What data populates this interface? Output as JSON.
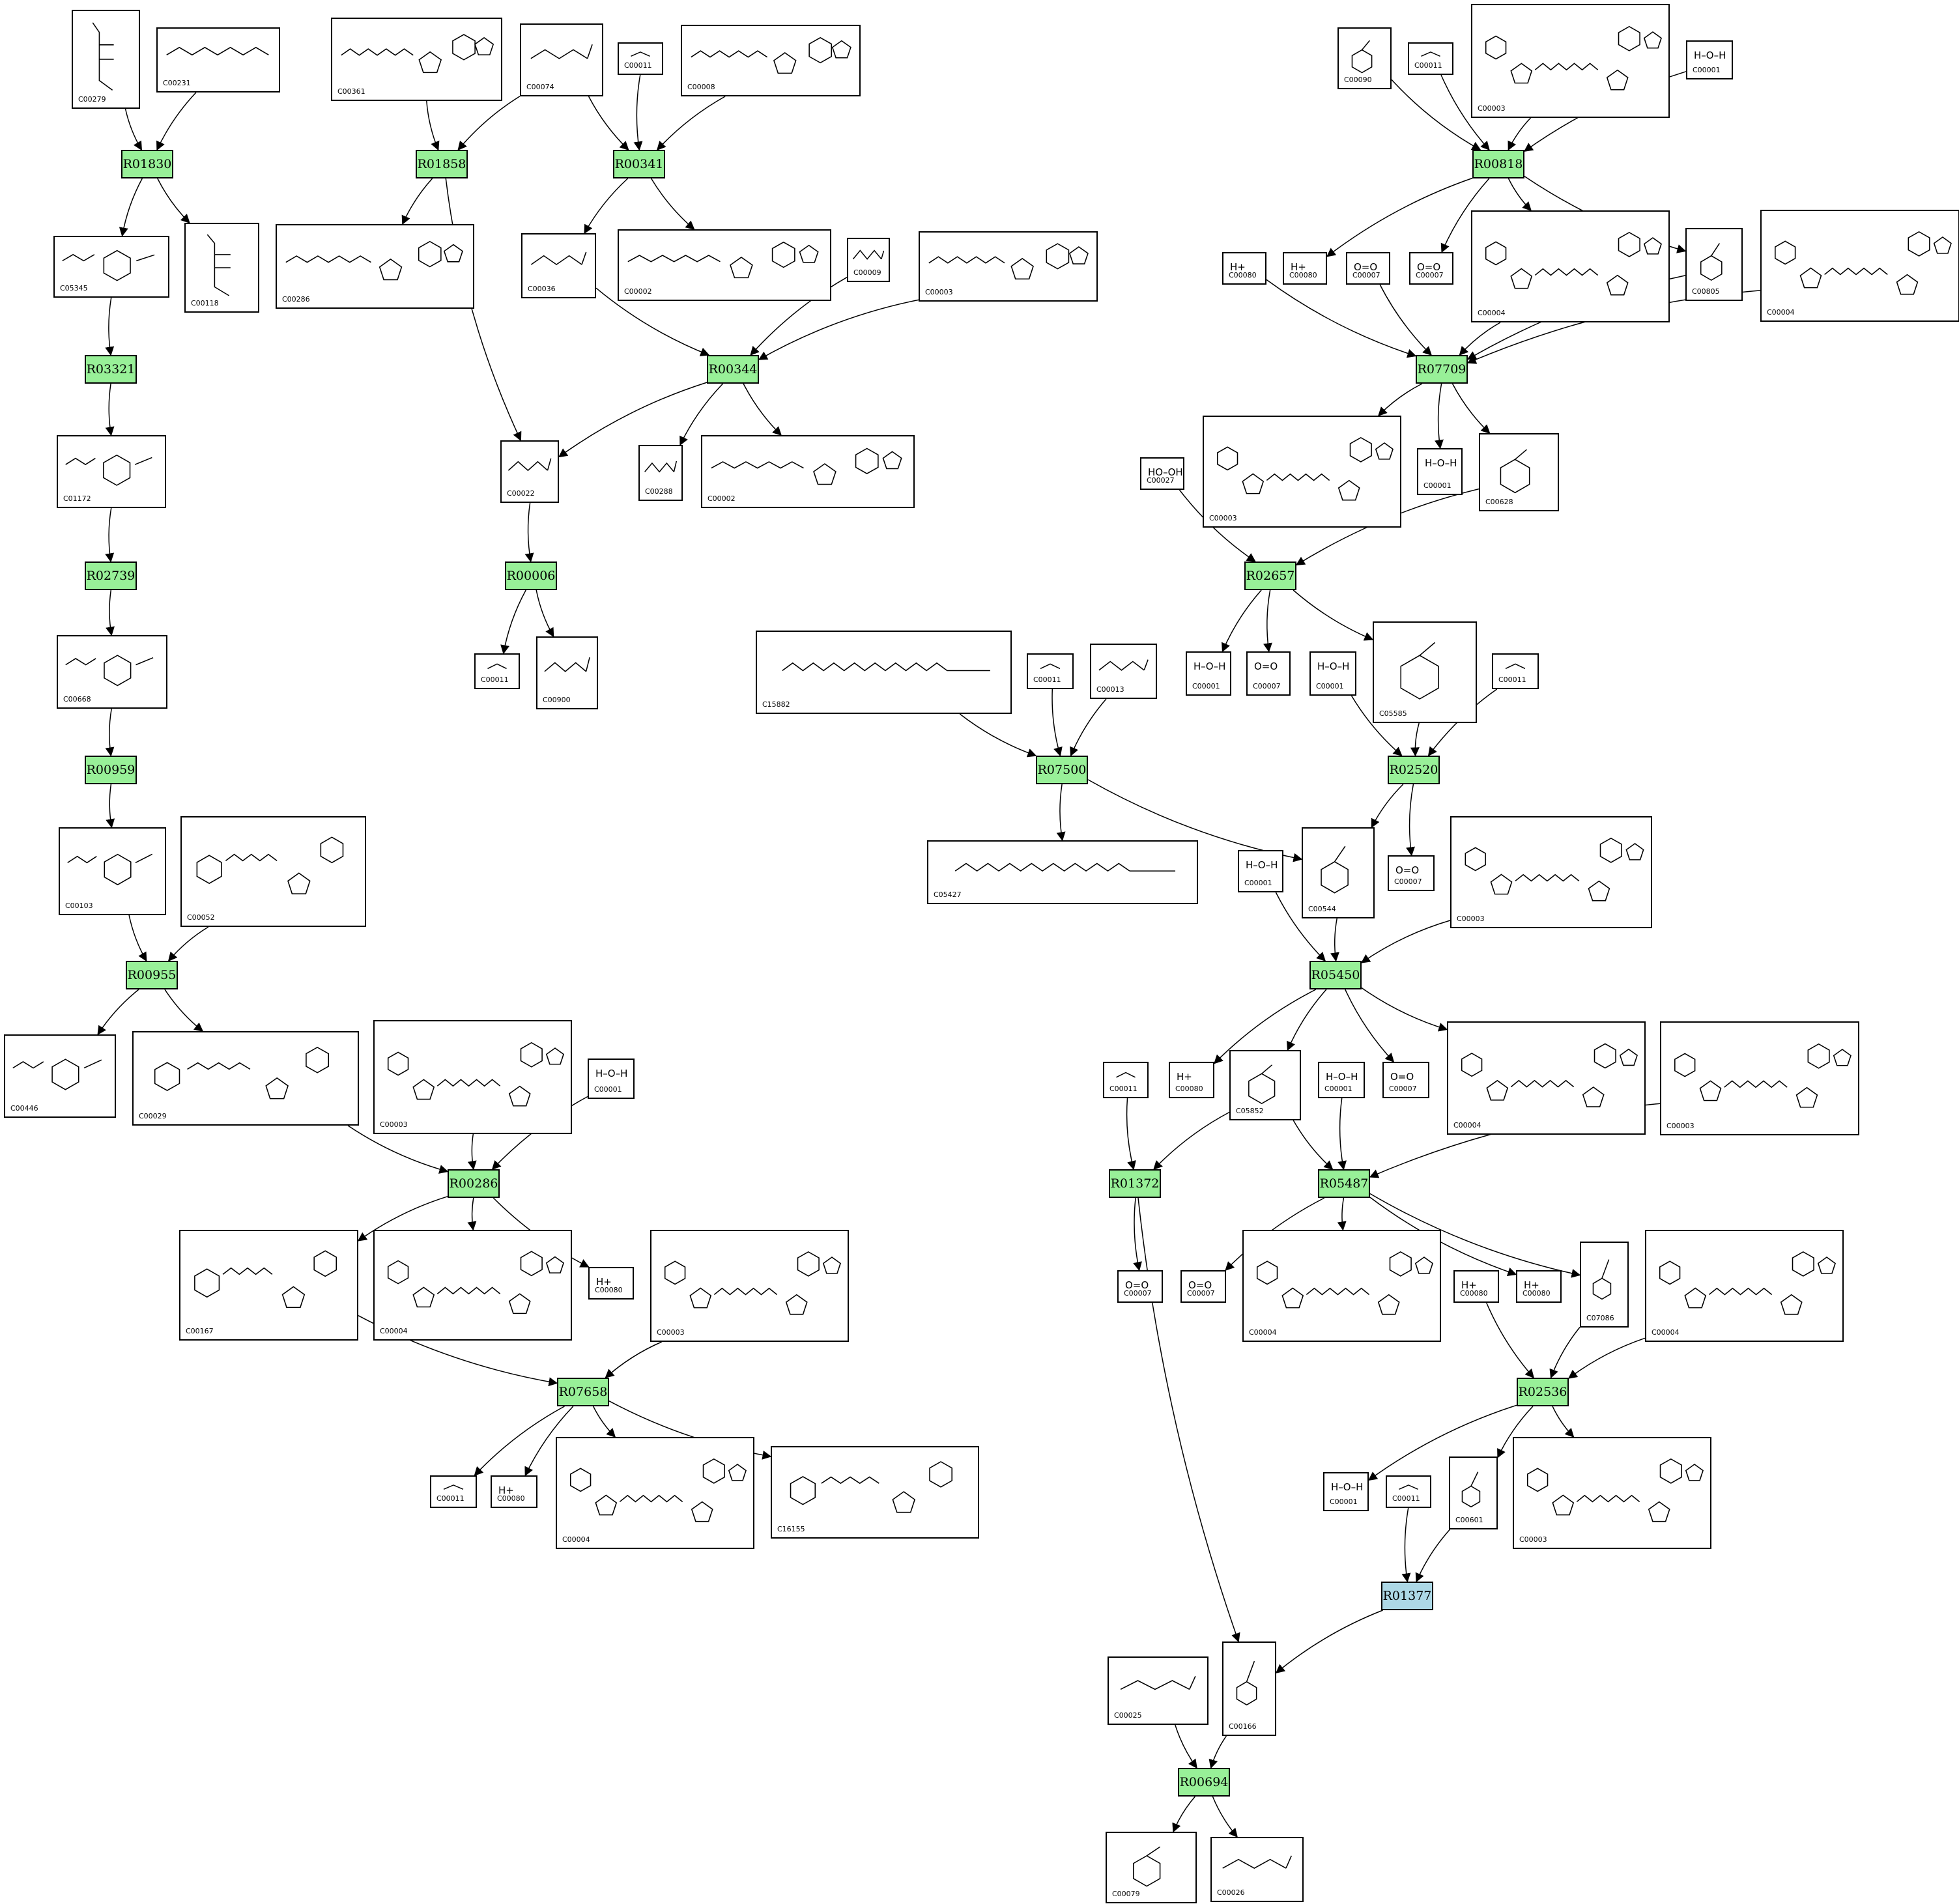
{
  "colors": {
    "reaction_fill": "#98f098",
    "reaction_alt_fill": "#add8e6",
    "stroke": "#000000",
    "background": "#ffffff"
  },
  "reactions": [
    {
      "id": "R01830",
      "style": "normal"
    },
    {
      "id": "R01858",
      "style": "normal"
    },
    {
      "id": "R00341",
      "style": "normal"
    },
    {
      "id": "R00818",
      "style": "normal"
    },
    {
      "id": "R03321",
      "style": "normal"
    },
    {
      "id": "R00344",
      "style": "normal"
    },
    {
      "id": "R07709",
      "style": "normal"
    },
    {
      "id": "R02739",
      "style": "normal"
    },
    {
      "id": "R00006",
      "style": "normal"
    },
    {
      "id": "R02657",
      "style": "normal"
    },
    {
      "id": "R00959",
      "style": "normal"
    },
    {
      "id": "R07500",
      "style": "normal"
    },
    {
      "id": "R02520",
      "style": "normal"
    },
    {
      "id": "R00955",
      "style": "normal"
    },
    {
      "id": "R05450",
      "style": "normal"
    },
    {
      "id": "R00286",
      "style": "normal"
    },
    {
      "id": "R01372",
      "style": "normal"
    },
    {
      "id": "R05487",
      "style": "normal"
    },
    {
      "id": "R07658",
      "style": "normal"
    },
    {
      "id": "R02536",
      "style": "normal"
    },
    {
      "id": "R01377",
      "style": "alt"
    },
    {
      "id": "R00694",
      "style": "normal"
    }
  ],
  "compounds": [
    {
      "key": "c279",
      "label": "C00279"
    },
    {
      "key": "c231",
      "label": "C00231"
    },
    {
      "key": "c361",
      "label": "C00361"
    },
    {
      "key": "c74",
      "label": "C00074"
    },
    {
      "key": "c11a",
      "label": "C00011"
    },
    {
      "key": "c8a",
      "label": "C00008"
    },
    {
      "key": "c90",
      "label": "C00090"
    },
    {
      "key": "c11b",
      "label": "C00011"
    },
    {
      "key": "c3a",
      "label": "C00003"
    },
    {
      "key": "c1a",
      "label": "C00001",
      "formula": "H–O–H"
    },
    {
      "key": "c5345",
      "label": "C05345"
    },
    {
      "key": "c118",
      "label": "C00118"
    },
    {
      "key": "c286",
      "label": "C00286"
    },
    {
      "key": "c36",
      "label": "C00036"
    },
    {
      "key": "c2a",
      "label": "C00002"
    },
    {
      "key": "c9",
      "label": "C00009"
    },
    {
      "key": "c3b",
      "label": "C00003"
    },
    {
      "key": "c80a",
      "label": "C00080",
      "formula": "H+"
    },
    {
      "key": "c80b",
      "label": "C00080",
      "formula": "H+"
    },
    {
      "key": "c7a",
      "label": "C00007",
      "formula": "O=O"
    },
    {
      "key": "c7b",
      "label": "C00007",
      "formula": "O=O"
    },
    {
      "key": "c4a",
      "label": "C00004"
    },
    {
      "key": "c805",
      "label": "C00805"
    },
    {
      "key": "c4b",
      "label": "C00004"
    },
    {
      "key": "c1172",
      "label": "C01172"
    },
    {
      "key": "c22",
      "label": "C00022"
    },
    {
      "key": "c288",
      "label": "C00288"
    },
    {
      "key": "c2b",
      "label": "C00002"
    },
    {
      "key": "c3c",
      "label": "C00003"
    },
    {
      "key": "c27",
      "label": "C00027",
      "formula": "HO–OH"
    },
    {
      "key": "c1b",
      "label": "C00001",
      "formula": "H–O–H"
    },
    {
      "key": "c628",
      "label": "C00628"
    },
    {
      "key": "c668",
      "label": "C00668"
    },
    {
      "key": "c11c",
      "label": "C00011"
    },
    {
      "key": "c900",
      "label": "C00900"
    },
    {
      "key": "c15882",
      "label": "C15882"
    },
    {
      "key": "c11d",
      "label": "C00011"
    },
    {
      "key": "c13",
      "label": "C00013"
    },
    {
      "key": "c1c",
      "label": "C00001",
      "formula": "H–O–H"
    },
    {
      "key": "c7c",
      "label": "C00007",
      "formula": "O=O"
    },
    {
      "key": "c1d",
      "label": "C00001",
      "formula": "H–O–H"
    },
    {
      "key": "c5585",
      "label": "C05585"
    },
    {
      "key": "c11e",
      "label": "C00011"
    },
    {
      "key": "c103",
      "label": "C00103"
    },
    {
      "key": "c52",
      "label": "C00052"
    },
    {
      "key": "c5427",
      "label": "C05427"
    },
    {
      "key": "c1e",
      "label": "C00001",
      "formula": "H–O–H"
    },
    {
      "key": "c544",
      "label": "C00544"
    },
    {
      "key": "c7d",
      "label": "C00007",
      "formula": "O=O"
    },
    {
      "key": "c3d",
      "label": "C00003"
    },
    {
      "key": "c446",
      "label": "C00446"
    },
    {
      "key": "c29",
      "label": "C00029"
    },
    {
      "key": "c3e",
      "label": "C00003"
    },
    {
      "key": "c1f",
      "label": "C00001",
      "formula": "H–O–H"
    },
    {
      "key": "c11f",
      "label": "C00011"
    },
    {
      "key": "c80c",
      "label": "C00080",
      "formula": "H+"
    },
    {
      "key": "c5852",
      "label": "C05852"
    },
    {
      "key": "c1g",
      "label": "C00001",
      "formula": "H–O–H"
    },
    {
      "key": "c7e",
      "label": "C00007",
      "formula": "O=O"
    },
    {
      "key": "c4c",
      "label": "C00004"
    },
    {
      "key": "c3f",
      "label": "C00003"
    },
    {
      "key": "c167",
      "label": "C00167"
    },
    {
      "key": "c4d",
      "label": "C00004"
    },
    {
      "key": "c80d",
      "label": "C00080",
      "formula": "H+"
    },
    {
      "key": "c3g",
      "label": "C00003"
    },
    {
      "key": "c7f",
      "label": "C00007",
      "formula": "O=O"
    },
    {
      "key": "c7g",
      "label": "C00007",
      "formula": "O=O"
    },
    {
      "key": "c4e",
      "label": "C00004"
    },
    {
      "key": "c80e",
      "label": "C00080",
      "formula": "H+"
    },
    {
      "key": "c80f",
      "label": "C00080",
      "formula": "H+"
    },
    {
      "key": "c7086",
      "label": "C07086"
    },
    {
      "key": "c4f",
      "label": "C00004"
    },
    {
      "key": "c11g",
      "label": "C00011"
    },
    {
      "key": "c80g",
      "label": "C00080",
      "formula": "H+"
    },
    {
      "key": "c4g",
      "label": "C00004"
    },
    {
      "key": "c16155",
      "label": "C16155"
    },
    {
      "key": "c1h",
      "label": "C00001",
      "formula": "H–O–H"
    },
    {
      "key": "c11h",
      "label": "C00011"
    },
    {
      "key": "c601",
      "label": "C00601"
    },
    {
      "key": "c3h",
      "label": "C00003"
    },
    {
      "key": "c25",
      "label": "C00025"
    },
    {
      "key": "c166",
      "label": "C00166"
    },
    {
      "key": "c79",
      "label": "C00079"
    },
    {
      "key": "c26",
      "label": "C00026"
    }
  ]
}
